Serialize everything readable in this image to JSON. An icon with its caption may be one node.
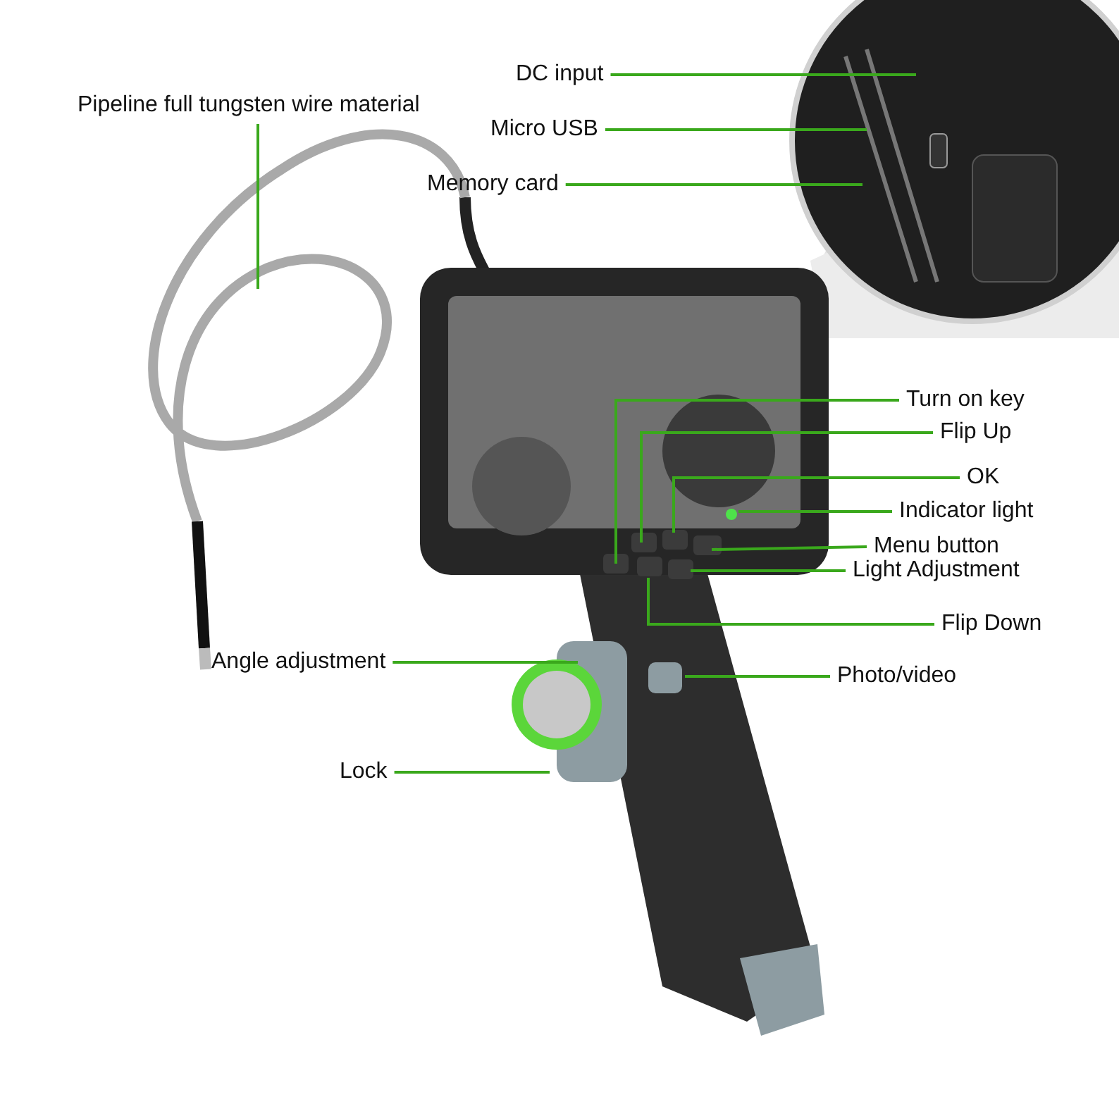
{
  "diagram": {
    "nodes": [
      {
        "text": [
          "DC input"
        ]
      },
      {
        "text": [
          "Pipeline full tungsten wire material"
        ]
      },
      {
        "text": [
          "Micro USB"
        ]
      },
      {
        "text": [
          "Memory card"
        ]
      },
      {
        "text": [
          "Turn on key"
        ]
      },
      {
        "text": [
          "Flip Up"
        ]
      },
      {
        "text": [
          "OK"
        ]
      },
      {
        "text": [
          "Indicator light"
        ]
      },
      {
        "text": [
          "Menu button"
        ]
      },
      {
        "text": [
          "Light Adjustment"
        ]
      },
      {
        "text": [
          "Flip Down"
        ]
      },
      {
        "text": [
          "Angle adjustment"
        ]
      },
      {
        "text": [
          "Photo/video"
        ]
      },
      {
        "text": [
          "Lock"
        ]
      }
    ],
    "edges": [
      {
        "from": 0,
        "to": null,
        "arrow": "none"
      },
      {
        "from": 1,
        "to": null,
        "arrow": "none"
      },
      {
        "from": 2,
        "to": null,
        "arrow": "none"
      },
      {
        "from": 3,
        "to": null,
        "arrow": "none"
      },
      {
        "from": 4,
        "to": null,
        "arrow": "none"
      },
      {
        "from": 5,
        "to": null,
        "arrow": "none"
      },
      {
        "from": 6,
        "to": null,
        "arrow": "none"
      },
      {
        "from": 7,
        "to": null,
        "arrow": "none"
      },
      {
        "from": 8,
        "to": null,
        "arrow": "none"
      },
      {
        "from": 9,
        "to": null,
        "arrow": "none"
      },
      {
        "from": 10,
        "to": null,
        "arrow": "none"
      },
      {
        "from": 11,
        "to": null,
        "arrow": "none"
      },
      {
        "from": 12,
        "to": null,
        "arrow": "none"
      },
      {
        "from": 13,
        "to": null,
        "arrow": "none"
      }
    ]
  }
}
